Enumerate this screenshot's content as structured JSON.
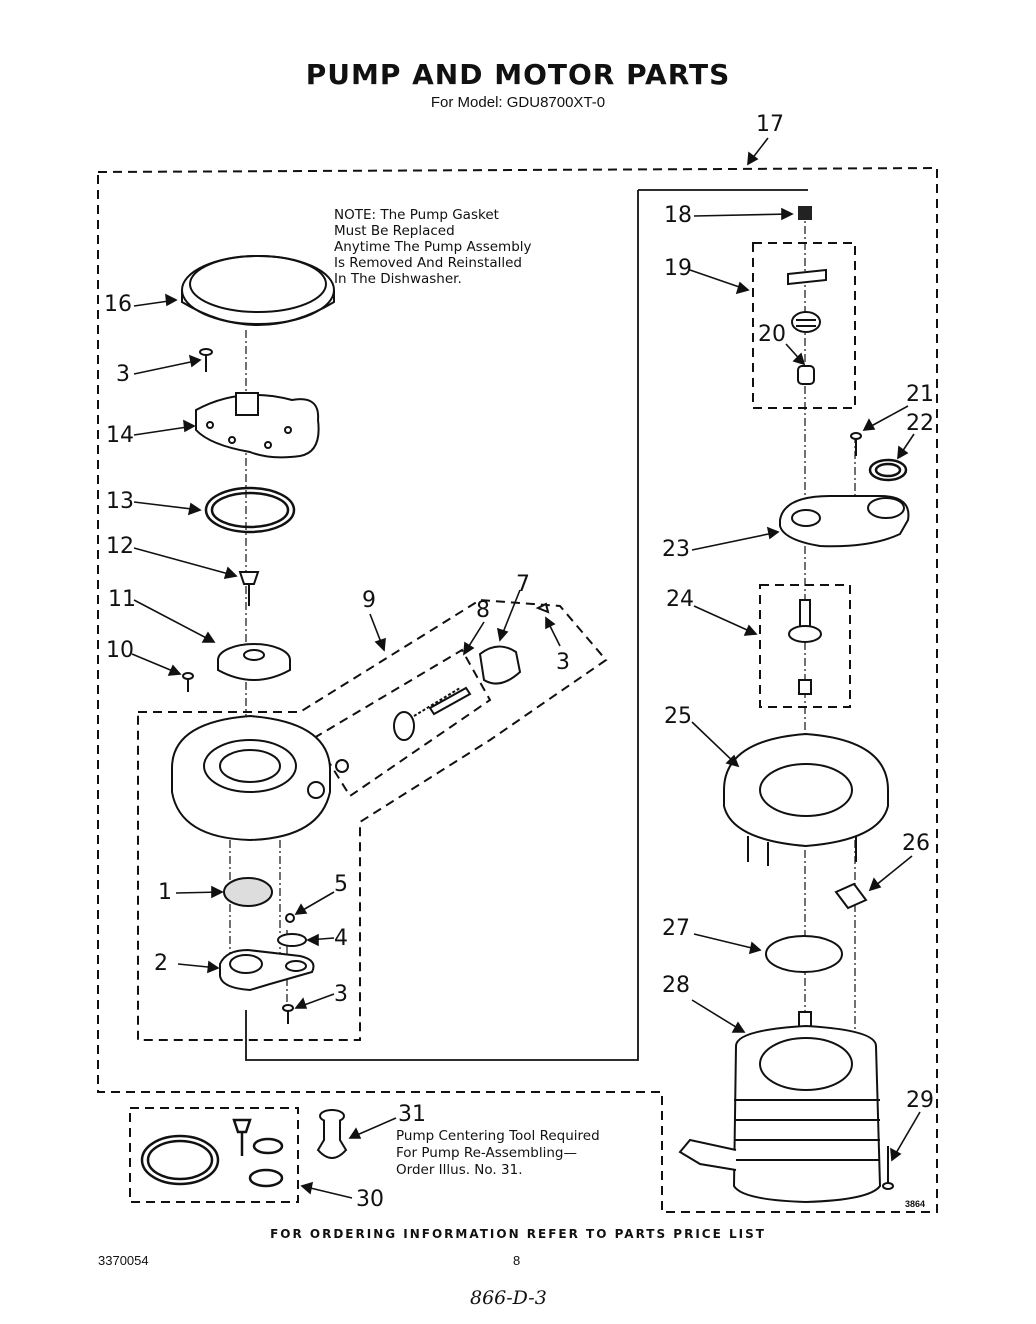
{
  "header": {
    "title": "PUMP AND MOTOR PARTS",
    "subtitle": "For Model: GDU8700XT-0"
  },
  "note": {
    "lines": [
      "NOTE: The Pump Gasket",
      "Must Be Replaced",
      "Anytime The Pump Assembly",
      "Is Removed And Reinstalled",
      "In The Dishwasher."
    ]
  },
  "callouts": [
    "17",
    "18",
    "19",
    "20",
    "16",
    "21",
    "22",
    "3",
    "14",
    "13",
    "23",
    "12",
    "9",
    "7",
    "8",
    "24",
    "11",
    "3",
    "10",
    "25",
    "26",
    "1",
    "5",
    "4",
    "2",
    "27",
    "3",
    "28",
    "29",
    "31",
    "30"
  ],
  "tool_note": {
    "lines": [
      "Pump Centering Tool Required",
      "For Pump Re-Assembling—",
      "Order Illus. No. 31."
    ]
  },
  "footer": {
    "ordering_info": "FOR ORDERING INFORMATION REFER TO PARTS PRICE LIST",
    "doc_number": "3370054",
    "page_number": "8",
    "handwritten": "866-D-3",
    "art_code": "3864"
  }
}
